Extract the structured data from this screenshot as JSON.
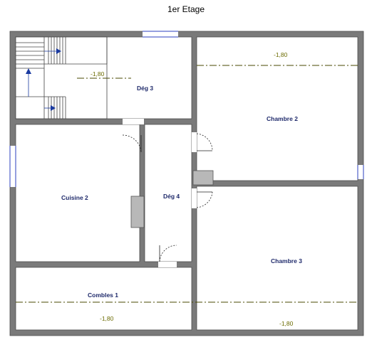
{
  "title": "1er Etage",
  "rooms": {
    "deg3": "Dég 3",
    "chambre2": "Chambre 2",
    "cuisine2": "Cuisine 2",
    "deg4": "Dég 4",
    "chambre3": "Chambre 3",
    "combles1": "Combles 1"
  },
  "levels": {
    "deg3": "-1,80",
    "chambre2": "-1,80",
    "combles1": "-1,80",
    "chambre3": "-1,80"
  },
  "colors": {
    "wall": "#7a7a7a",
    "wall_stroke": "#4a4a4a",
    "room_label": "#1f2a6b",
    "level_line": "#4a4a00",
    "window": "#2b3fbf",
    "stair_arrow": "#1a3aa0",
    "fixture": "#b8b8b8"
  }
}
